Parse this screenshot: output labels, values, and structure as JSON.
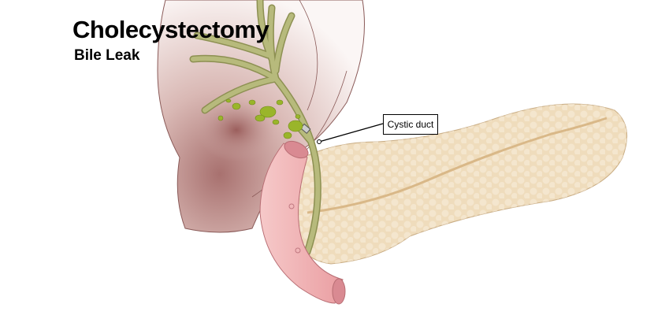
{
  "title": "Cholecystectomy",
  "subtitle": "Bile Leak",
  "labels": {
    "cystic_duct": "Cystic duct"
  },
  "colors": {
    "liver": "#c9a3a0",
    "bile_duct": "#b7ba7c",
    "bile_leak": "#9ab52a",
    "pancreas": "#efdcbc",
    "duodenum": "#f2b8b8"
  }
}
